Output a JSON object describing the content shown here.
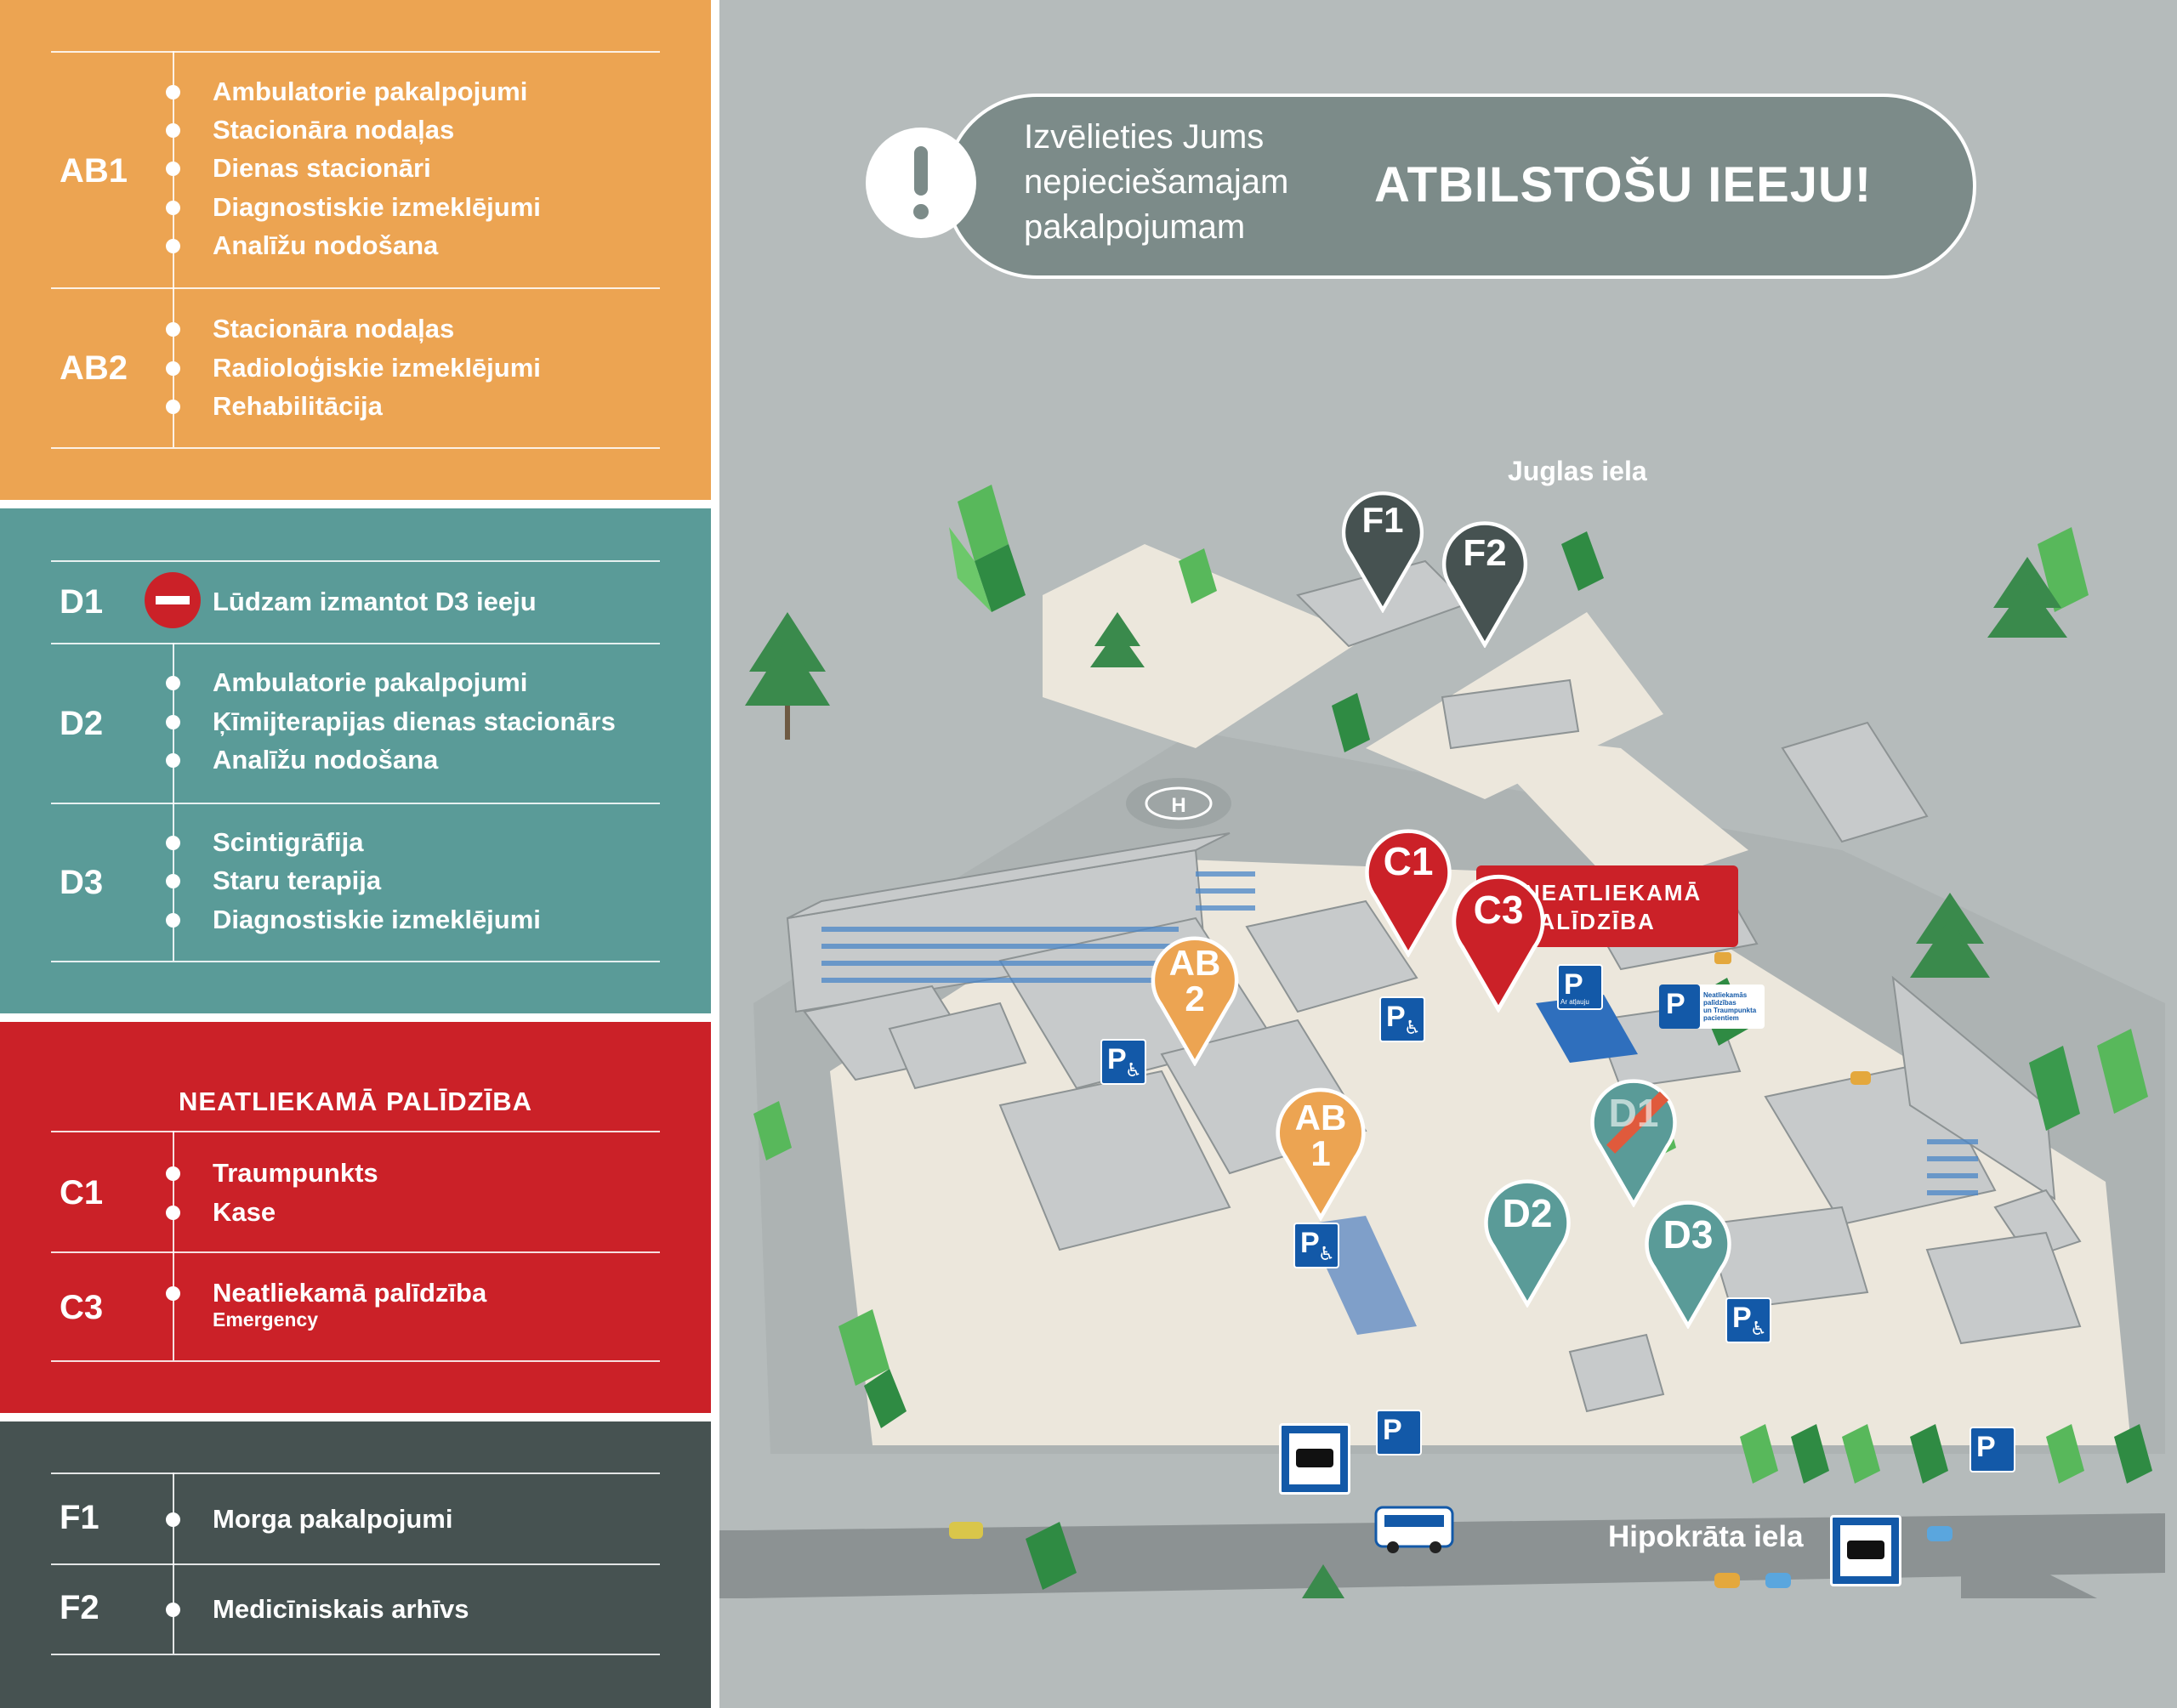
{
  "legend": {
    "ab": {
      "groups": [
        {
          "code": "AB1",
          "items": [
            "Ambulatorie pakalpojumi",
            "Stacionāra nodaļas",
            "Dienas stacionāri",
            "Diagnostiskie izmeklējumi",
            "Analīžu nodošana"
          ]
        },
        {
          "code": "AB2",
          "items": [
            "Stacionāra nodaļas",
            "Radioloģiskie izmeklējumi",
            "Rehabilitācija"
          ]
        }
      ]
    },
    "d": {
      "groups": [
        {
          "code": "D1",
          "items": [
            "Lūdzam izmantot D3 ieeju"
          ],
          "icon": "no-entry-icon"
        },
        {
          "code": "D2",
          "items": [
            "Ambulatorie pakalpojumi",
            "Ķīmijterapijas dienas stacionārs",
            "Analīžu nodošana"
          ]
        },
        {
          "code": "D3",
          "items": [
            "Scintigrāfija",
            "Staru terapija",
            "Diagnostiskie izmeklējumi"
          ]
        }
      ]
    },
    "c": {
      "title": "NEATLIEKAMĀ PALĪDZĪBA",
      "groups": [
        {
          "code": "C1",
          "items": [
            "Traumpunkts",
            "Kase"
          ]
        },
        {
          "code": "C3",
          "items": [
            "Neatliekamā palīdzība"
          ],
          "sub": "Emergency"
        }
      ]
    },
    "f": {
      "groups": [
        {
          "code": "F1",
          "items": [
            "Morga pakalpojumi"
          ]
        },
        {
          "code": "F2",
          "items": [
            "Medicīniskais arhīvs"
          ]
        }
      ]
    }
  },
  "colors": {
    "orange": "#eca452",
    "teal": "#5a9b98",
    "red": "#cb2128",
    "dark": "#465251",
    "map_bg": "#b5bbbb",
    "parking_blue": "#1359a8"
  },
  "banner": {
    "line1": "Izvēlieties Jums",
    "line2": "nepieciešamajam",
    "line3": "pakalpojumam",
    "emphasis": "ATBILSTOŠU IEEJU!",
    "icon": "exclamation-icon"
  },
  "map": {
    "streets": {
      "north": "Juglas iela",
      "south": "Hipokrāta iela"
    },
    "emergency_label": {
      "line1": "NEATLIEKAMĀ",
      "line2": "PALĪDZĪBA"
    },
    "helipad": "H",
    "pins": {
      "f1": {
        "label": "F1"
      },
      "f2": {
        "label": "F2"
      },
      "c1": {
        "label": "C1"
      },
      "c3": {
        "label": "C3"
      },
      "ab2": {
        "line1": "AB",
        "line2": "2"
      },
      "ab1": {
        "line1": "AB",
        "line2": "1"
      },
      "d1": {
        "label": "D1",
        "crossed_out": true
      },
      "d2": {
        "label": "D2"
      },
      "d3": {
        "label": "D3"
      }
    },
    "parking": {
      "p": "P",
      "permit_text": "Ar atļauju",
      "trauma_text": [
        "Neatliekamās",
        "palīdzības",
        "un Traumpunkta",
        "pacientiem"
      ]
    }
  }
}
